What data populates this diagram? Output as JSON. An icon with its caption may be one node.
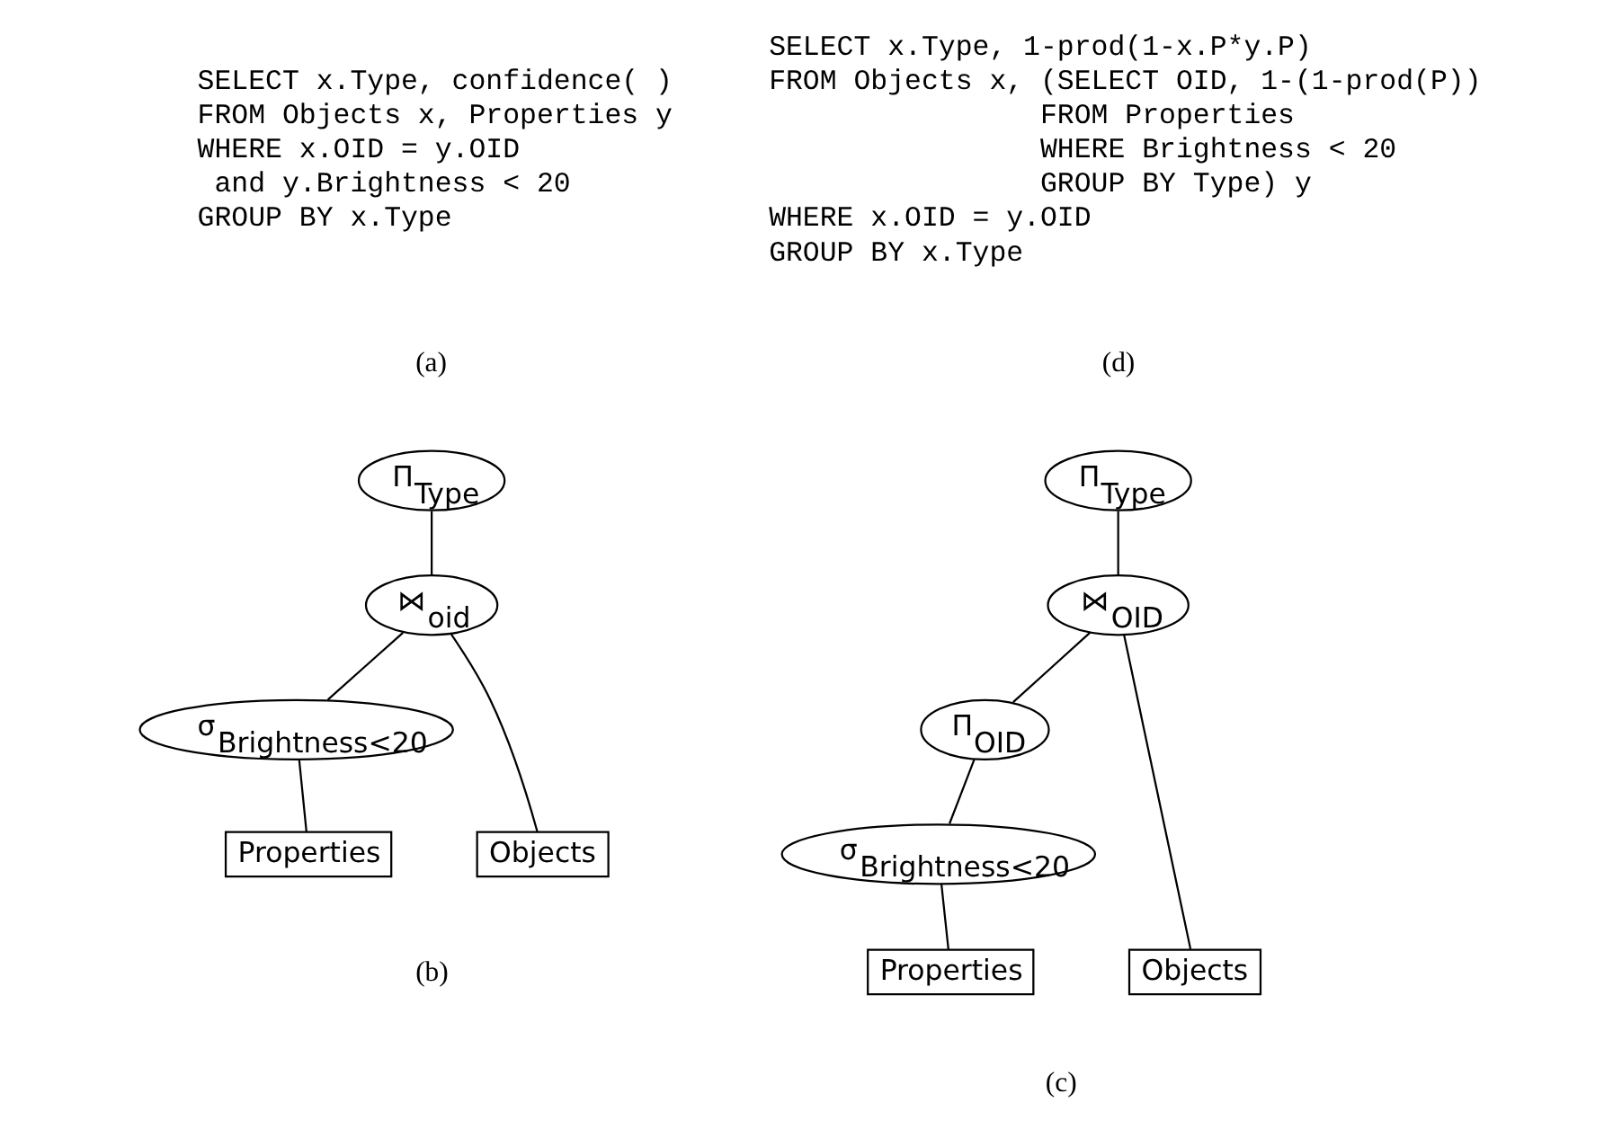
{
  "diagram": {
    "nodes": [
      {
        "text": [
          "Π$_{Type}$"
        ]
      },
      {
        "text": [
          "⋈$_{oid}$"
        ]
      },
      {
        "text": [
          "σ$_{Brightness<20}$"
        ]
      },
      {
        "text": [
          "Objects"
        ]
      },
      {
        "text": [
          "Properties"
        ]
      },
      {
        "text": [
          "Π$_{Type}$"
        ]
      },
      {
        "text": [
          "⋈$_{OID}$"
        ]
      },
      {
        "text": [
          "Π$_{OID}$"
        ]
      },
      {
        "text": [
          "Objects"
        ]
      },
      {
        "text": [
          "σ$_{Brightness<20}$"
        ]
      },
      {
        "text": [
          "Properties"
        ]
      }
    ],
    "edges": [
      {
        "from": 0,
        "to": 1,
        "arrow": "none"
      },
      {
        "from": 1,
        "to": 3,
        "arrow": "none"
      },
      {
        "from": 1,
        "to": 2,
        "arrow": "none"
      },
      {
        "from": 2,
        "to": 4,
        "arrow": "none"
      },
      {
        "from": 5,
        "to": 6,
        "arrow": "none"
      },
      {
        "from": 6,
        "to": 8,
        "arrow": "none"
      },
      {
        "from": 6,
        "to": 7,
        "arrow": "none"
      },
      {
        "from": 7,
        "to": 9,
        "arrow": "none"
      },
      {
        "from": 9,
        "to": 10,
        "arrow": "none"
      }
    ],
    "labels": [
      "SELECT x.Type, confidence( )",
      "FROM Objects x, Properties y",
      "WHERE x.OID = y.OID",
      "and y.Brightness < 20",
      "GROUP BY x.Type",
      "(a)",
      "SELECT x.Type, 1-prod(1-x.P*y.P)",
      "FROM Objects x, (SELECT OID, 1-(1-prod(P))",
      "FROM Properties",
      "WHERE Brightness < 20",
      "GROUP BY Type) y",
      "WHERE x.OID = y.OID",
      "GROUP BY x.Type",
      "(d)",
      "(b)",
      "(c)"
    ]
  }
}
